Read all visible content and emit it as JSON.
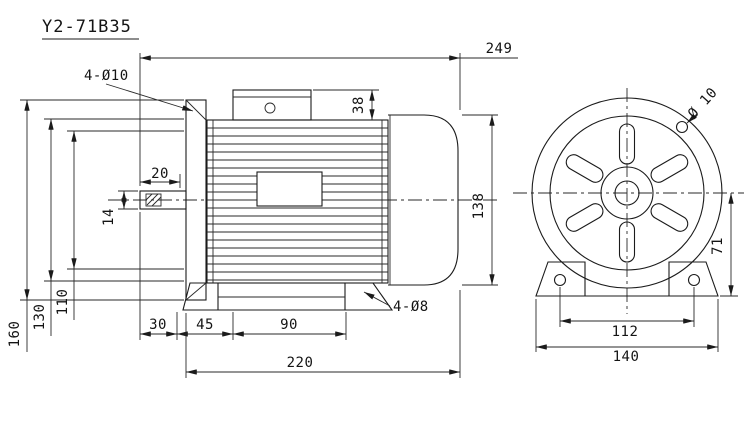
{
  "drawing": {
    "title": "Y2-71B35",
    "views": {
      "side": {
        "dims": {
          "flange_holes": "4-Ø10",
          "overall_length": "249",
          "box_height": "38",
          "shaft_step": "20",
          "shaft_dia": "14",
          "frame_dia": "138",
          "flange_od": "160",
          "bolt_circle": "130",
          "spigot": "110",
          "foot_a": "30",
          "foot_b": "45",
          "foot_c": "90",
          "foot_holes": "4-Ø8",
          "frame_length": "220"
        }
      },
      "front": {
        "dims": {
          "flange_hole_dia": "Ø 10",
          "shaft_height": "71",
          "foot_hole_span": "112",
          "foot_width": "140"
        }
      }
    }
  }
}
